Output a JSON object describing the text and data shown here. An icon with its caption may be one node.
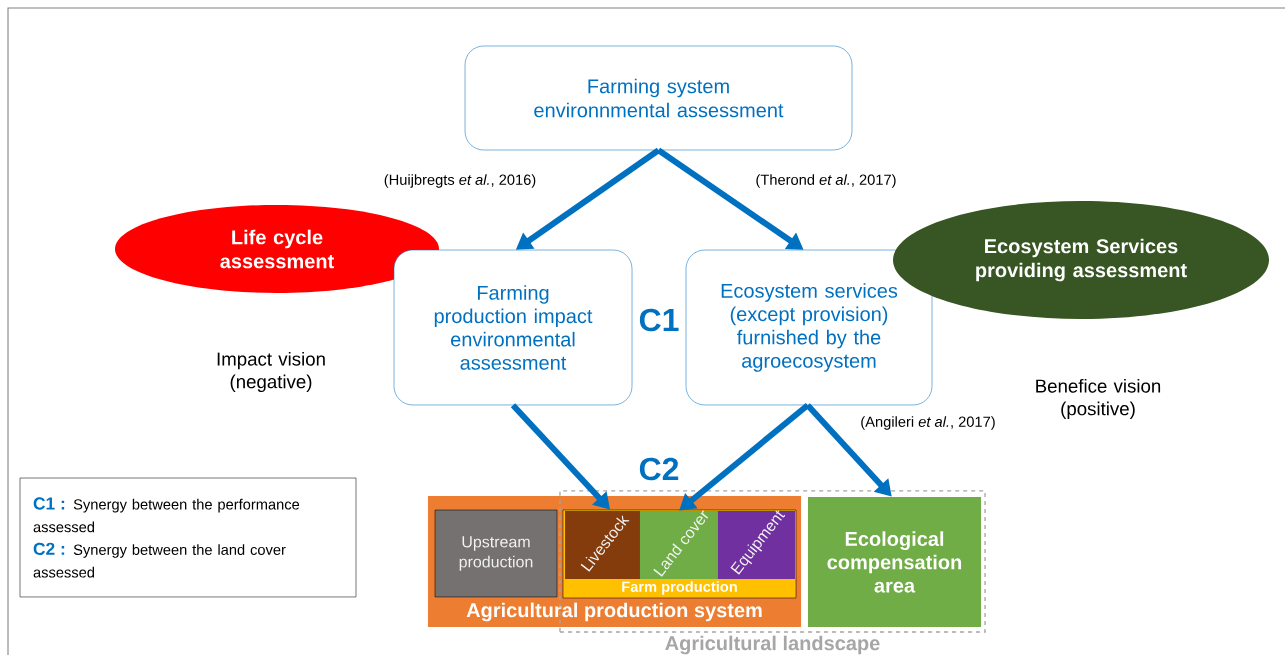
{
  "diagram": {
    "nodes": [
      {
        "text": [
          "Farming system environnmental assessment"
        ]
      },
      {
        "text": [
          "Life cycle assessment"
        ]
      },
      {
        "text": [
          "Farming production impact environmental assessment"
        ]
      },
      {
        "text": [
          "Ecosystem services (except provision) furnished by the agroecosystem"
        ]
      },
      {
        "text": [
          "Ecosystem Services providing assessment"
        ]
      },
      {
        "text": [
          "Agricultural production system"
        ]
      },
      {
        "text": [
          "Upstream production"
        ],
        "in": 5
      },
      {
        "text": [
          "Farm production"
        ]
      },
      {
        "text": [
          "Livestock"
        ],
        "in": 7
      },
      {
        "text": [
          "Land cover"
        ],
        "in": 7
      },
      {
        "text": [
          "Equipment"
        ],
        "in": 7
      },
      {
        "text": [
          "Agricultural landscape"
        ]
      },
      {
        "text": [
          "Ecological compensation area"
        ],
        "in": 11
      },
      {
        "text": [
          "C1 :",
          "Synergy between the performance assessed",
          "C2 :",
          "Synergy between the land cover assessed"
        ]
      }
    ],
    "edges": [
      {
        "from": 0,
        "to": 2,
        "arrow": "to",
        "label": "(Huijbregts *et al.*, 2016)"
      },
      {
        "from": 0,
        "to": 3,
        "arrow": "to",
        "label": "(Therond *et al.*, 2017)"
      },
      {
        "from": 2,
        "to": 7,
        "arrow": "to"
      },
      {
        "from": 3,
        "to": 9,
        "arrow": "to"
      },
      {
        "from": 3,
        "to": 12,
        "arrow": "to",
        "label": "(Angileri *et al.*, 2017)"
      }
    ],
    "labels": [
      "C1",
      "Impact vision (negative)",
      "Benefice vision (positive)",
      "C2"
    ]
  }
}
